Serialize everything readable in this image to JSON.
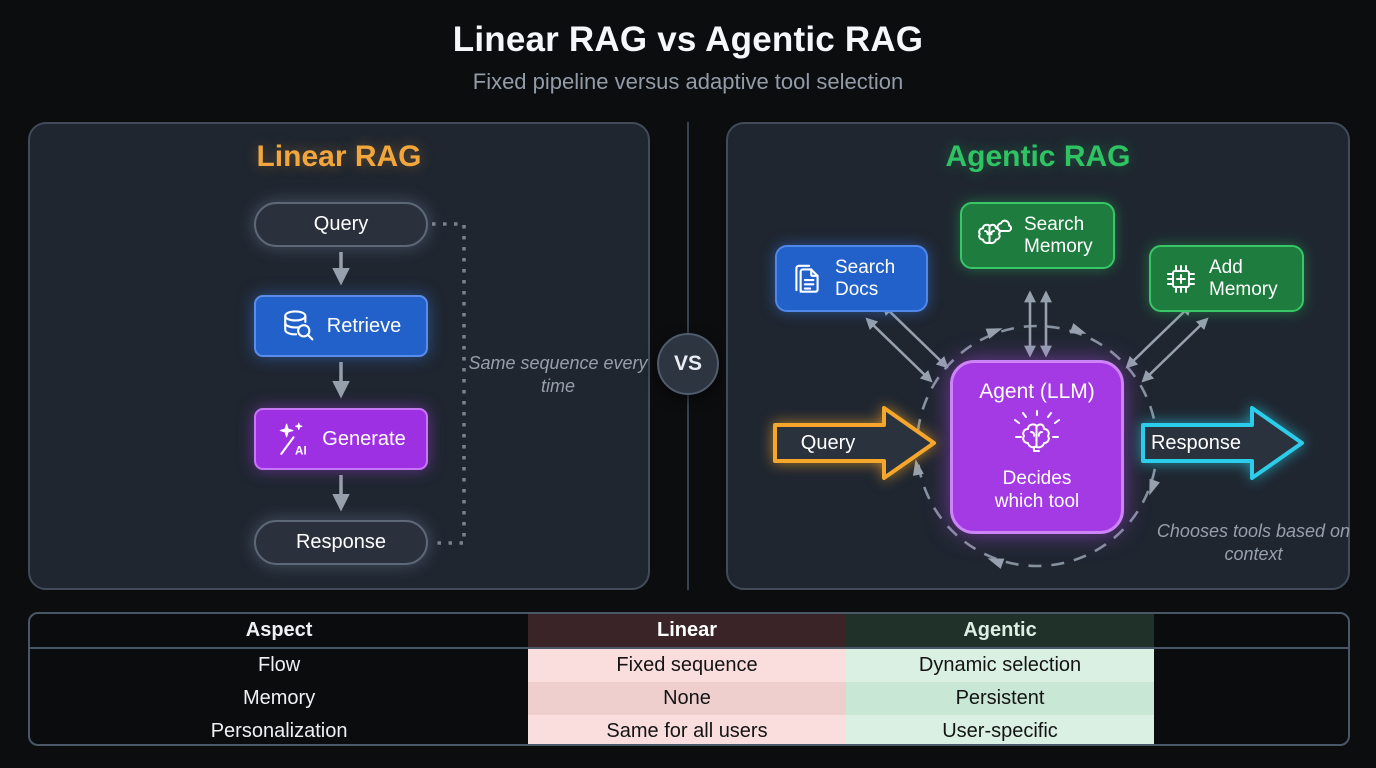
{
  "header": {
    "title": "Linear RAG vs Agentic RAG",
    "subtitle": "Fixed pipeline versus adaptive tool selection"
  },
  "vs_badge": "VS",
  "linear_panel": {
    "title": "Linear RAG",
    "nodes": {
      "query": "Query",
      "retrieve": "Retrieve",
      "generate": "Generate",
      "response": "Response"
    },
    "annotation": "Same sequence every time",
    "icons": {
      "retrieve": "database-search-icon",
      "generate": "sparkles-ai-icon"
    }
  },
  "agentic_panel": {
    "title": "Agentic RAG",
    "tools": [
      {
        "label": "Search Docs",
        "icon": "documents-icon",
        "color": "#2261c9"
      },
      {
        "label": "Search Memory",
        "icon": "brain-cloud-icon",
        "color": "#1e7c3e"
      },
      {
        "label": "Add Memory",
        "icon": "chip-plus-icon",
        "color": "#1e7c3e"
      }
    ],
    "agent": {
      "title": "Agent (LLM)",
      "icon": "brain-rays-icon",
      "subtitle": "Decides which tool"
    },
    "input_arrow": "Query",
    "output_arrow": "Response",
    "annotation": "Chooses tools based on context"
  },
  "comparison_table": {
    "columns": [
      "Aspect",
      "Linear",
      "Agentic"
    ],
    "rows": [
      {
        "aspect": "Flow",
        "linear": "Fixed sequence",
        "agentic": "Dynamic selection"
      },
      {
        "aspect": "Memory",
        "linear": "None",
        "agentic": "Persistent"
      },
      {
        "aspect": "Personalization",
        "linear": "Same for all users",
        "agentic": "User-specific"
      }
    ]
  },
  "colors": {
    "background": "#0c0d0f",
    "panel_bg": "#1f2630",
    "panel_border": "#414b59",
    "linear_accent": "#f2a63c",
    "agentic_accent": "#2fc463",
    "blue_box": "#2261c9",
    "purple_box": "#9e30e4",
    "green_box": "#1e7c3e",
    "query_arrow": "#f6a72b",
    "response_arrow": "#2bcdea",
    "linear_header_bg": "#3b2427",
    "agentic_header_bg": "#203129",
    "linear_cell_bg": "#f9dedd",
    "agentic_cell_bg": "#daf0e3"
  }
}
